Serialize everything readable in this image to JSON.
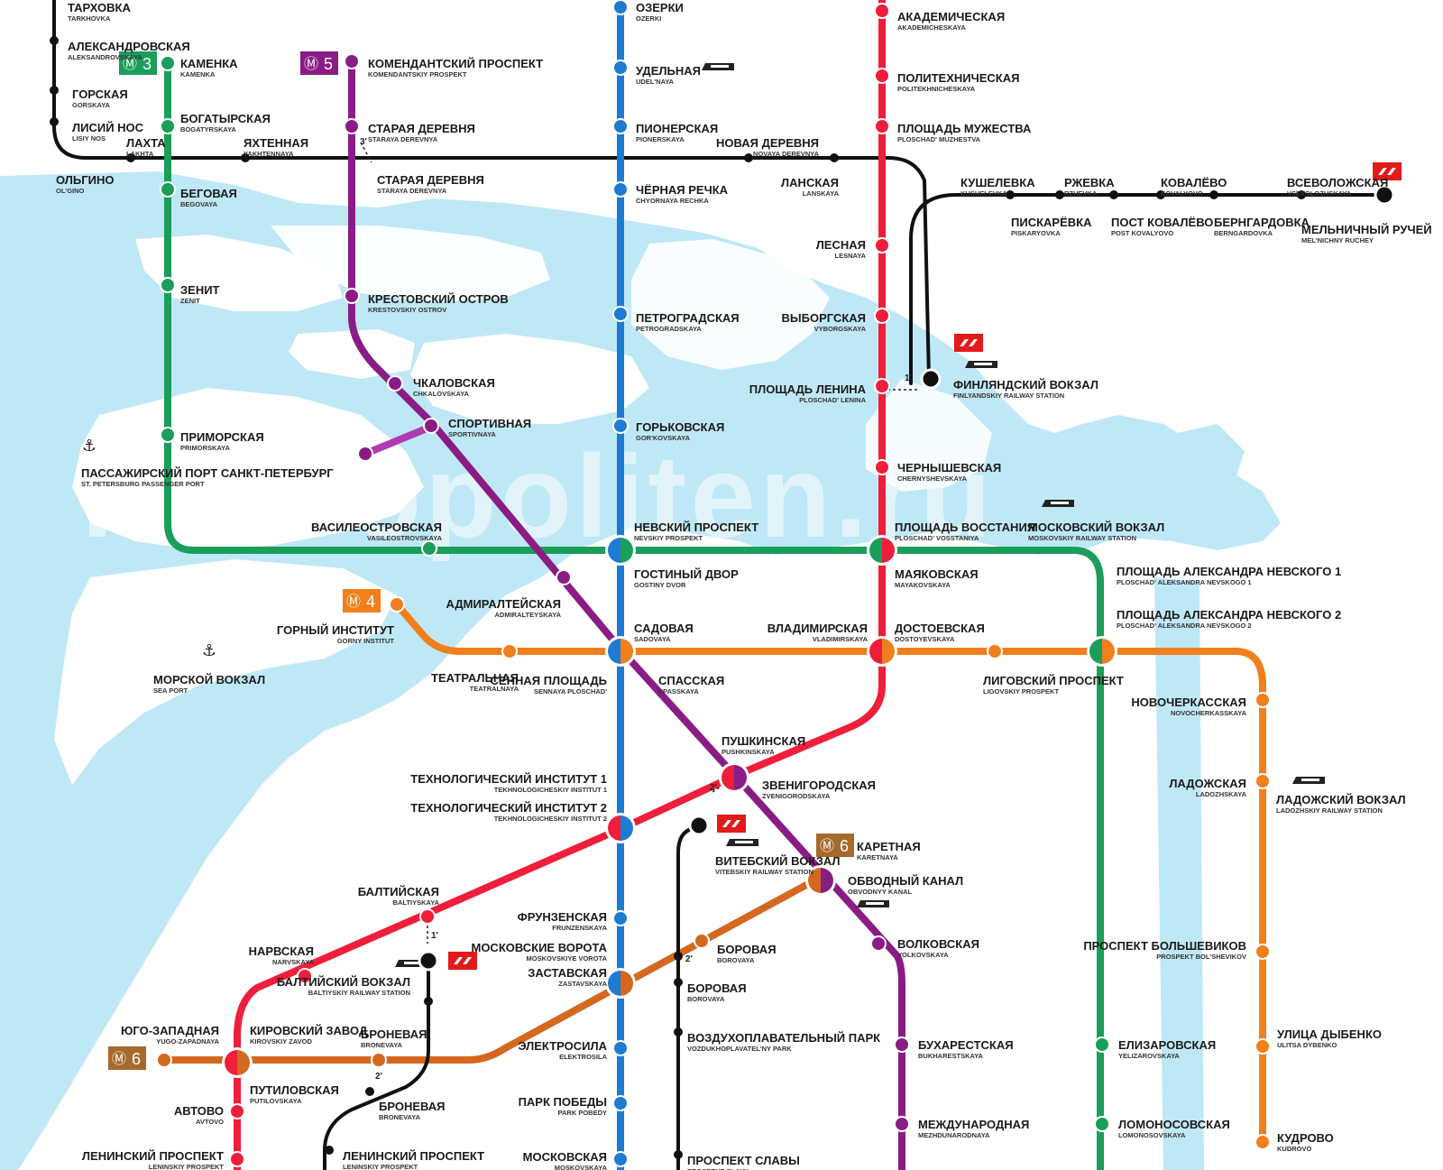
{
  "colors": {
    "water": "#bfe8f6",
    "line1": "#ef1e3a",
    "line2": "#1e7bd2",
    "line3": "#1a9e5a",
    "line4": "#f07f1c",
    "line5": "#8a1c86",
    "line6": "#d4681e",
    "rail": "#111111",
    "rzd": "#e21a1a"
  },
  "watermark": "metropoliten.ru",
  "line_badges": [
    {
      "id": "b3",
      "label": "3",
      "color": "#1a9e5a"
    },
    {
      "id": "b5",
      "label": "5",
      "color": "#8a1c86"
    },
    {
      "id": "b4",
      "label": "4",
      "color": "#f07f1c"
    },
    {
      "id": "b6a",
      "label": "6",
      "color": "#a56a2c"
    },
    {
      "id": "b6b",
      "label": "6",
      "color": "#a56a2c"
    }
  ],
  "transfer_marks": [
    "3'",
    "1'",
    "2'",
    "1'",
    "2'",
    "2'"
  ],
  "stations": [
    {
      "id": "tarkhovka",
      "ru": "ТАРХОВКА",
      "lat": "TARKHOVKA"
    },
    {
      "id": "aleksandrovskaya",
      "ru": "АЛЕКСАНДРОВСКАЯ",
      "lat": "ALEKSANDROVSKAYA"
    },
    {
      "id": "gorskaya",
      "ru": "ГОРСКАЯ",
      "lat": "GORSKAYA"
    },
    {
      "id": "lisiy_nos",
      "ru": "ЛИСИЙ НОС",
      "lat": "LISIY NOS"
    },
    {
      "id": "lakhta",
      "ru": "ЛАХТА",
      "lat": "LAKHTA"
    },
    {
      "id": "yakhtennaya",
      "ru": "ЯХТЕННАЯ",
      "lat": "YAKHTENNAYA"
    },
    {
      "id": "olgino",
      "ru": "ОЛЬГИНО",
      "lat": "OL'GINO"
    },
    {
      "id": "kamenka",
      "ru": "КАМЕНКА",
      "lat": "KAMENKA"
    },
    {
      "id": "bogatyrskaya",
      "ru": "БОГАТЫРСКАЯ",
      "lat": "BOGATYRSKAYA"
    },
    {
      "id": "begovaya",
      "ru": "БЕГОВАЯ",
      "lat": "BEGOVAYA"
    },
    {
      "id": "zenit",
      "ru": "ЗЕНИТ",
      "lat": "ZENIT"
    },
    {
      "id": "primorskaya",
      "ru": "ПРИМОРСКАЯ",
      "lat": "PRIMORSKAYA"
    },
    {
      "id": "passenger_port",
      "ru": "ПАССАЖИРСКИЙ ПОРТ САНКТ-ПЕТЕРБУРГ",
      "lat": "ST. PETERSBURG PASSENGER PORT"
    },
    {
      "id": "vasileostrovskaya",
      "ru": "ВАСИЛЕОСТРОВСКАЯ",
      "lat": "VASILEOSTROVSKAYA"
    },
    {
      "id": "komendantskiy",
      "ru": "КОМЕНДАНТСКИЙ ПРОСПЕКТ",
      "lat": "KOMENDANTSKIY PROSPEKT"
    },
    {
      "id": "staraya_derevnya",
      "ru": "СТАРАЯ ДЕРЕВНЯ",
      "lat": "STARAYA DEREVNYA"
    },
    {
      "id": "staraya_derevnya_rail",
      "ru": "СТАРАЯ ДЕРЕВНЯ",
      "lat": "STARAYA DEREVNYA"
    },
    {
      "id": "krestovskiy",
      "ru": "КРЕСТОВСКИЙ ОСТРОВ",
      "lat": "KRESTOVSKIY OSTROV"
    },
    {
      "id": "chkalovskaya",
      "ru": "ЧКАЛОВСКАЯ",
      "lat": "CHKALOVSKAYA"
    },
    {
      "id": "sportivnaya",
      "ru": "СПОРТИВНАЯ",
      "lat": "SPORTIVNAYA"
    },
    {
      "id": "admiralteyskaya",
      "ru": "АДМИРАЛТЕЙСКАЯ",
      "lat": "ADMIRALTEYSKAYA"
    },
    {
      "id": "ozerki",
      "ru": "ОЗЕРКИ",
      "lat": "OZERKI"
    },
    {
      "id": "udelnaya",
      "ru": "УДЕЛЬНАЯ",
      "lat": "UDEL'NAYA"
    },
    {
      "id": "pionerskaya",
      "ru": "ПИОНЕРСКАЯ",
      "lat": "PIONERSKAYA"
    },
    {
      "id": "chernaya_rechka",
      "ru": "ЧЁРНАЯ РЕЧКА",
      "lat": "CHYORNAYA RECHKA"
    },
    {
      "id": "petrogradskaya",
      "ru": "ПЕТРОГРАДСКАЯ",
      "lat": "PETROGRADSKAYA"
    },
    {
      "id": "gorkovskaya",
      "ru": "ГОРЬКОВСКАЯ",
      "lat": "GOR'KOVSKAYA"
    },
    {
      "id": "nevskiy",
      "ru": "НЕВСКИЙ ПРОСПЕКТ",
      "lat": "NEVSKIY PROSPEKT"
    },
    {
      "id": "gostiny",
      "ru": "ГОСТИНЫЙ ДВОР",
      "lat": "GOSTINY DVOR"
    },
    {
      "id": "sadovaya",
      "ru": "САДОВАЯ",
      "lat": "SADOVAYA"
    },
    {
      "id": "sennaya",
      "ru": "СЕННАЯ ПЛОЩАДЬ",
      "lat": "SENNAYA PLOSCHAD'"
    },
    {
      "id": "spasskaya",
      "ru": "СПАССКАЯ",
      "lat": "SPASSKAYA"
    },
    {
      "id": "novaya_derevnya",
      "ru": "НОВАЯ ДЕРЕВНЯ",
      "lat": "NOVAYA DEREVNYA"
    },
    {
      "id": "lanskaya",
      "ru": "ЛАНСКАЯ",
      "lat": "LANSKAYA"
    },
    {
      "id": "akademicheskaya",
      "ru": "АКАДЕМИЧЕСКАЯ",
      "lat": "AKADEMICHESKAYA"
    },
    {
      "id": "politekhnicheskaya",
      "ru": "ПОЛИТЕХНИЧЕСКАЯ",
      "lat": "POLITEKHNICHESKAYA"
    },
    {
      "id": "muzhestva",
      "ru": "ПЛОЩАДЬ МУЖЕСТВА",
      "lat": "PLOSCHAD' MUZHESTVA"
    },
    {
      "id": "lesnaya",
      "ru": "ЛЕСНАЯ",
      "lat": "LESNAYA"
    },
    {
      "id": "vyborgskaya",
      "ru": "ВЫБОРГСКАЯ",
      "lat": "VYBORGSKAYA"
    },
    {
      "id": "lenina",
      "ru": "ПЛОЩАДЬ ЛЕНИНА",
      "lat": "PLOSCHAD' LENINA"
    },
    {
      "id": "chernyshevskaya",
      "ru": "ЧЕРНЫШЕВСКАЯ",
      "lat": "CHERNYSHEVSKAYA"
    },
    {
      "id": "vosstaniya",
      "ru": "ПЛОЩАДЬ ВОССТАНИЯ",
      "lat": "PLOSCHAD' VOSSTANIYA"
    },
    {
      "id": "mayakovskaya",
      "ru": "МАЯКОВСКАЯ",
      "lat": "MAYAKOVSKAYA"
    },
    {
      "id": "vladimirskaya",
      "ru": "ВЛАДИМИРСКАЯ",
      "lat": "VLADIMIRSKAYA"
    },
    {
      "id": "dostoevskaya",
      "ru": "ДОСТОЕВСКАЯ",
      "lat": "DOSTOYEVSKAYA"
    },
    {
      "id": "finlyandskiy",
      "ru": "ФИНЛЯНДСКИЙ ВОКЗАЛ",
      "lat": "FINLYANDSKIY RAILWAY STATION"
    },
    {
      "id": "moskovskiy_vokzal",
      "ru": "МОСКОВСКИЙ ВОКЗАЛ",
      "lat": "MOSKOVSKIY RAILWAY STATION"
    },
    {
      "id": "kushelevka",
      "ru": "КУШЕЛЕВКА",
      "lat": "KUSHELEVKA"
    },
    {
      "id": "piskarevka",
      "ru": "ПИСКАРЁВКА",
      "lat": "PISKARYOVKA"
    },
    {
      "id": "rzhevka",
      "ru": "РЖЕВКА",
      "lat": "RZHEVKA"
    },
    {
      "id": "post_kovalevo",
      "ru": "ПОСТ КОВАЛЁВО",
      "lat": "POST KOVALYOVO"
    },
    {
      "id": "kovalevo",
      "ru": "КОВАЛЁВО",
      "lat": "KOVALYOVO"
    },
    {
      "id": "berngardovka",
      "ru": "БЕРНГАРДОВКА",
      "lat": "BERNGARDOVKA"
    },
    {
      "id": "vsevolozhskaya",
      "ru": "ВСЕВОЛОЖСКАЯ",
      "lat": "VSEVOLOZHSKAYA"
    },
    {
      "id": "melnichny",
      "ru": "МЕЛЬНИЧНЫЙ РУЧЕЙ",
      "lat": "MEL'NICHNY RUCHEY"
    },
    {
      "id": "nevskogo1",
      "ru": "ПЛОЩАДЬ АЛЕКСАНДРА НЕВСКОГО 1",
      "lat": "PLOSCHAD' ALEKSANDRA NEVSKOGO 1"
    },
    {
      "id": "nevskogo2",
      "ru": "ПЛОЩАДЬ АЛЕКСАНДРА НЕВСКОГО 2",
      "lat": "PLOSCHAD' ALEKSANDRA NEVSKOGO 2"
    },
    {
      "id": "gorny",
      "ru": "ГОРНЫЙ ИНСТИТУТ",
      "lat": "GORNY INSTITUT"
    },
    {
      "id": "teatralnaya",
      "ru": "ТЕАТРАЛЬНАЯ",
      "lat": "TEATRALNAYA"
    },
    {
      "id": "ligovskiy",
      "ru": "ЛИГОВСКИЙ ПРОСПЕКТ",
      "lat": "LIGOVSKIY PROSPEKT"
    },
    {
      "id": "sea_port",
      "ru": "МОРСКОЙ ВОКЗАЛ",
      "lat": "SEA PORT"
    },
    {
      "id": "novocherkasskaya",
      "ru": "НОВОЧЕРКАССКАЯ",
      "lat": "NOVOCHERKASSKAYA"
    },
    {
      "id": "ladozhskaya",
      "ru": "ЛАДОЖСКАЯ",
      "lat": "LADOZHSKAYA"
    },
    {
      "id": "ladozhskiy_vokzal",
      "ru": "ЛАДОЖСКИЙ ВОКЗАЛ",
      "lat": "LADOZHSKIY RAILWAY STATION"
    },
    {
      "id": "pushkinskaya",
      "ru": "ПУШКИНСКАЯ",
      "lat": "PUSHKINSKAYA"
    },
    {
      "id": "zvenigorodskaya",
      "ru": "ЗВЕНИГОРОДСКАЯ",
      "lat": "ZVENIGORODSKAYA"
    },
    {
      "id": "tekh1",
      "ru": "ТЕХНОЛОГИЧЕСКИЙ ИНСТИТУТ 1",
      "lat": "TEKHNOLOGICHESKIY INSTITUT 1"
    },
    {
      "id": "tekh2",
      "ru": "ТЕХНОЛОГИЧЕСКИЙ ИНСТИТУТ 2",
      "lat": "TEKHNOLOGICHESKIY INSTITUT 2"
    },
    {
      "id": "vitebskiy",
      "ru": "ВИТЕБСКИЙ ВОКЗАЛ",
      "lat": "VITEBSKIY RAILWAY STATION"
    },
    {
      "id": "karetnaya",
      "ru": "КАРЕТНАЯ",
      "lat": "KARETNAYA"
    },
    {
      "id": "obvodny",
      "ru": "ОБВОДНЫЙ КАНАЛ",
      "lat": "OBVODNYY KANAL"
    },
    {
      "id": "baltiyskaya",
      "ru": "БАЛТИЙСКАЯ",
      "lat": "BALTIYSKAYA"
    },
    {
      "id": "frunzenskaya",
      "ru": "ФРУНЗЕНСКАЯ",
      "lat": "FRUNZENSKAYA"
    },
    {
      "id": "moskovskie_vorota",
      "ru": "МОСКОВСКИЕ ВОРОТА",
      "lat": "MOSKOVSKIYE VOROTA"
    },
    {
      "id": "zastavskaya",
      "ru": "ЗАСТАВСКАЯ",
      "lat": "ZASTAVSKAYA"
    },
    {
      "id": "borovaya",
      "ru": "БОРОВАЯ",
      "lat": "BOROVAYA"
    },
    {
      "id": "borovaya_rail",
      "ru": "БОРОВАЯ",
      "lat": "BOROVAYA"
    },
    {
      "id": "volkovskaya",
      "ru": "ВОЛКОВСКАЯ",
      "lat": "VOLKOVSKAYA"
    },
    {
      "id": "narvskaya",
      "ru": "НАРВСКАЯ",
      "lat": "NARVSKAYA"
    },
    {
      "id": "baltiyskiy_vokzal",
      "ru": "БАЛТИЙСКИЙ ВОКЗАЛ",
      "lat": "BALTIYSKIY RAILWAY STATION"
    },
    {
      "id": "prospekt_bolshevikov",
      "ru": "ПРОСПЕКТ БОЛЬШЕВИКОВ",
      "lat": "PROSPEKT BOL'SHEVIKOV"
    },
    {
      "id": "yugo_zapadnaya",
      "ru": "ЮГО-ЗАПАДНАЯ",
      "lat": "YUGO-ZAPADNAYA"
    },
    {
      "id": "kirovskiy",
      "ru": "КИРОВСКИЙ ЗАВОД",
      "lat": "KIROVSKIY ZAVOD"
    },
    {
      "id": "bronevaya",
      "ru": "БРОНЕВАЯ",
      "lat": "BRONEVAYA"
    },
    {
      "id": "bronevaya_rail",
      "ru": "БРОНЕВАЯ",
      "lat": "BRONEVAYA"
    },
    {
      "id": "elektrosila",
      "ru": "ЭЛЕКТРОСИЛА",
      "lat": "ELEKTROSILA"
    },
    {
      "id": "vozdukhoplavatelny",
      "ru": "ВОЗДУХОПЛАВАТЕЛЬНЫЙ ПАРК",
      "lat": "VOZDUKHOPLAVATEL'NY PARK"
    },
    {
      "id": "bukharestskaya",
      "ru": "БУХАРЕСТСКАЯ",
      "lat": "BUKHARESTSKAYA"
    },
    {
      "id": "elizarovskaya",
      "ru": "ЕЛИЗАРОВСКАЯ",
      "lat": "YELIZAROVSKAYA"
    },
    {
      "id": "dybenko",
      "ru": "УЛИЦА ДЫБЕНКО",
      "lat": "ULITSA DYBENKO"
    },
    {
      "id": "putilovskaya",
      "ru": "ПУТИЛОВСКАЯ",
      "lat": "PUTILOVSKAYA"
    },
    {
      "id": "avtovo",
      "ru": "АВТОВО",
      "lat": "AVTOVO"
    },
    {
      "id": "park_pobedy",
      "ru": "ПАРК ПОБЕДЫ",
      "lat": "PARK POBEDY"
    },
    {
      "id": "mezhdunarodnaya",
      "ru": "МЕЖДУНАРОДНАЯ",
      "lat": "MEZHDUNARODNAYA"
    },
    {
      "id": "lomonosovskaya",
      "ru": "ЛОМОНОСОВСКАЯ",
      "lat": "LOMONOSOVSKAYA"
    },
    {
      "id": "kudrovo",
      "ru": "КУДРОВО",
      "lat": "KUDROVO"
    },
    {
      "id": "leninskiy",
      "ru": "ЛЕНИНСКИЙ ПРОСПЕКТ",
      "lat": "LENINSKIY PROSPEKT"
    },
    {
      "id": "leninskiy_rail",
      "ru": "ЛЕНИНСКИЙ ПРОСПЕКТ",
      "lat": "LENINSKIY PROSPEKT"
    },
    {
      "id": "moskovskaya",
      "ru": "МОСКОВСКАЯ",
      "lat": "MOSKOVSKAYA"
    },
    {
      "id": "prospekt_slavy",
      "ru": "ПРОСПЕКТ СЛАВЫ",
      "lat": "PROSPEKT SLAVY"
    }
  ]
}
